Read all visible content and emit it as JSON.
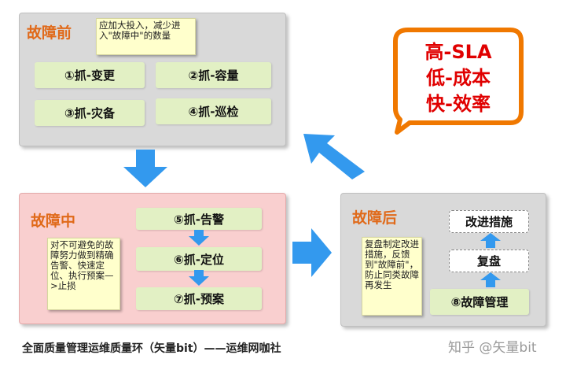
{
  "before": {
    "title": "故障前",
    "note": "应加大投入，减少进入\"故障中\"的数量",
    "items": [
      "①抓-变更",
      "②抓-容量",
      "③抓-灾备",
      "④抓-巡检"
    ]
  },
  "middle": {
    "title": "故障中",
    "note": "对不可避免的故障努力做到精确告警、快速定位、执行预案—>止损",
    "steps": [
      "⑤抓-告警",
      "⑥抓-定位",
      "⑦抓-预案"
    ]
  },
  "after": {
    "title": "故障后",
    "note": "复盘制定改进措施，反馈到\"故障前\"，防止同类故障再发生",
    "steps": [
      "改进措施",
      "复盘",
      "⑧故障管理"
    ]
  },
  "goal": {
    "lines": [
      "高-SLA",
      "低-成本",
      "快-效率"
    ]
  },
  "caption": "全面质量管理运维质量环（矢量bit）——运维网咖社",
  "watermark": "知乎 @矢量bit",
  "colors": {
    "title": "#e06a1a",
    "goal_text": "#e00000",
    "goal_border": "#f07800",
    "arrow": "#3399ee",
    "green_box": "#e2f0c4",
    "note_bg": "#ffffcc"
  }
}
